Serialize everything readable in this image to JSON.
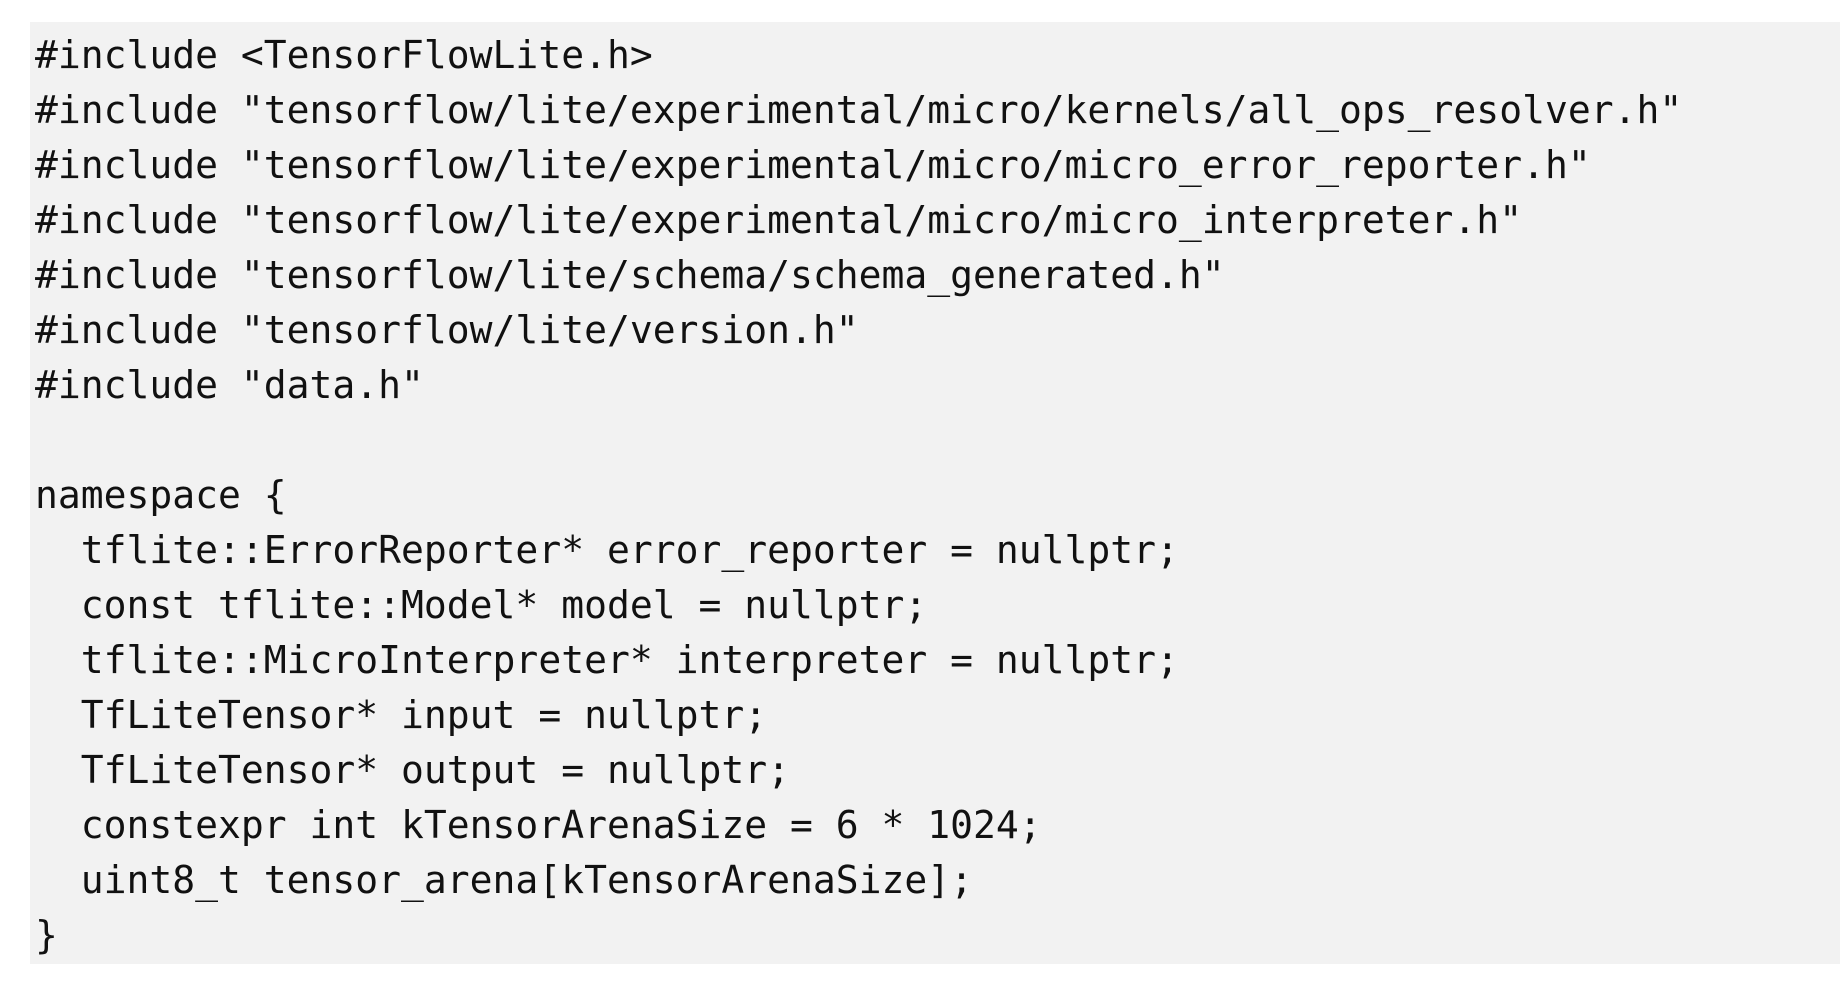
{
  "code": {
    "lines": [
      "#include <TensorFlowLite.h>",
      "#include \"tensorflow/lite/experimental/micro/kernels/all_ops_resolver.h\"",
      "#include \"tensorflow/lite/experimental/micro/micro_error_reporter.h\"",
      "#include \"tensorflow/lite/experimental/micro/micro_interpreter.h\"",
      "#include \"tensorflow/lite/schema/schema_generated.h\"",
      "#include \"tensorflow/lite/version.h\"",
      "#include \"data.h\"",
      "",
      "namespace {",
      "  tflite::ErrorReporter* error_reporter = nullptr;",
      "  const tflite::Model* model = nullptr;",
      "  tflite::MicroInterpreter* interpreter = nullptr;",
      "  TfLiteTensor* input = nullptr;",
      "  TfLiteTensor* output = nullptr;",
      "  constexpr int kTensorArenaSize = 6 * 1024;",
      "  uint8_t tensor_arena[kTensorArenaSize];",
      "}"
    ]
  }
}
